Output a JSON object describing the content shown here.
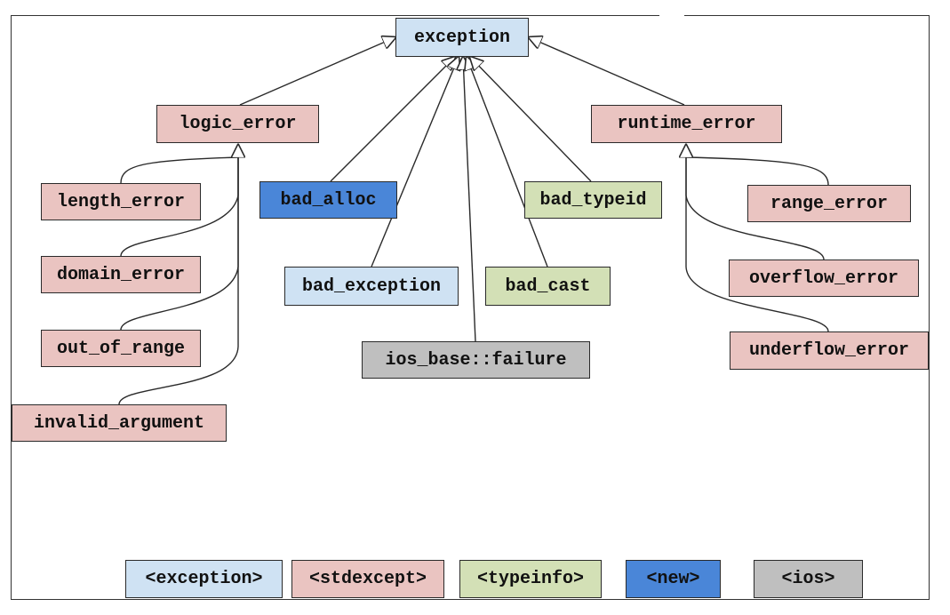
{
  "diagram": {
    "nodes": {
      "exception": {
        "label": "exception",
        "header": "exception"
      },
      "logic_error": {
        "label": "logic_error",
        "header": "stdexcept"
      },
      "runtime_error": {
        "label": "runtime_error",
        "header": "stdexcept"
      },
      "length_error": {
        "label": "length_error",
        "header": "stdexcept"
      },
      "domain_error": {
        "label": "domain_error",
        "header": "stdexcept"
      },
      "out_of_range": {
        "label": "out_of_range",
        "header": "stdexcept"
      },
      "invalid_argument": {
        "label": "invalid_argument",
        "header": "stdexcept"
      },
      "bad_alloc": {
        "label": "bad_alloc",
        "header": "new"
      },
      "bad_exception": {
        "label": "bad_exception",
        "header": "exception"
      },
      "ios_base_failure": {
        "label": "ios_base::failure",
        "header": "ios"
      },
      "bad_typeid": {
        "label": "bad_typeid",
        "header": "typeinfo"
      },
      "bad_cast": {
        "label": "bad_cast",
        "header": "typeinfo"
      },
      "range_error": {
        "label": "range_error",
        "header": "stdexcept"
      },
      "overflow_error": {
        "label": "overflow_error",
        "header": "stdexcept"
      },
      "underflow_error": {
        "label": "underflow_error",
        "header": "stdexcept"
      }
    },
    "edges": [
      {
        "from": "logic_error",
        "to": "exception"
      },
      {
        "from": "runtime_error",
        "to": "exception"
      },
      {
        "from": "bad_alloc",
        "to": "exception"
      },
      {
        "from": "bad_exception",
        "to": "exception"
      },
      {
        "from": "ios_base_failure",
        "to": "exception"
      },
      {
        "from": "bad_cast",
        "to": "exception"
      },
      {
        "from": "bad_typeid",
        "to": "exception"
      },
      {
        "from": "length_error",
        "to": "logic_error"
      },
      {
        "from": "domain_error",
        "to": "logic_error"
      },
      {
        "from": "out_of_range",
        "to": "logic_error"
      },
      {
        "from": "invalid_argument",
        "to": "logic_error"
      },
      {
        "from": "range_error",
        "to": "runtime_error"
      },
      {
        "from": "overflow_error",
        "to": "runtime_error"
      },
      {
        "from": "underflow_error",
        "to": "runtime_error"
      }
    ],
    "legend": [
      {
        "label": "<exception>",
        "key": "exception"
      },
      {
        "label": "<stdexcept>",
        "key": "stdexcept"
      },
      {
        "label": "<typeinfo>",
        "key": "typeinfo"
      },
      {
        "label": "<new>",
        "key": "new"
      },
      {
        "label": "<ios>",
        "key": "ios"
      }
    ],
    "colors": {
      "exception": "#cfe2f3",
      "stdexcept": "#eac4c1",
      "typeinfo": "#d3e0b6",
      "new": "#4a86d8",
      "ios": "#bfbfbf",
      "stroke": "#2a2a2a"
    }
  }
}
